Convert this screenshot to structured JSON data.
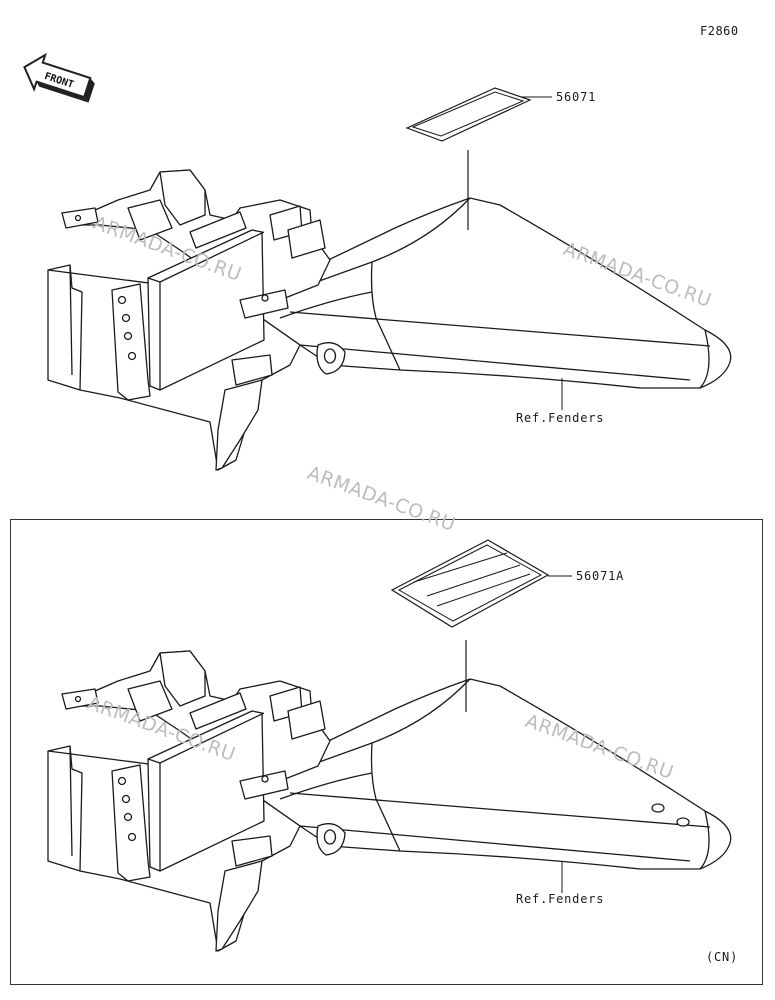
{
  "figure_code": "F2860",
  "front_arrow": {
    "text": "FRONT",
    "icon": "front-arrow-icon"
  },
  "panels": [
    {
      "part_label": "56071",
      "ref_label": "Ref.Fenders"
    },
    {
      "part_label": "56071A",
      "ref_label": "Ref.Fenders",
      "region_mark": "(CN)"
    }
  ],
  "watermark": "ARMADA-CO.RU"
}
